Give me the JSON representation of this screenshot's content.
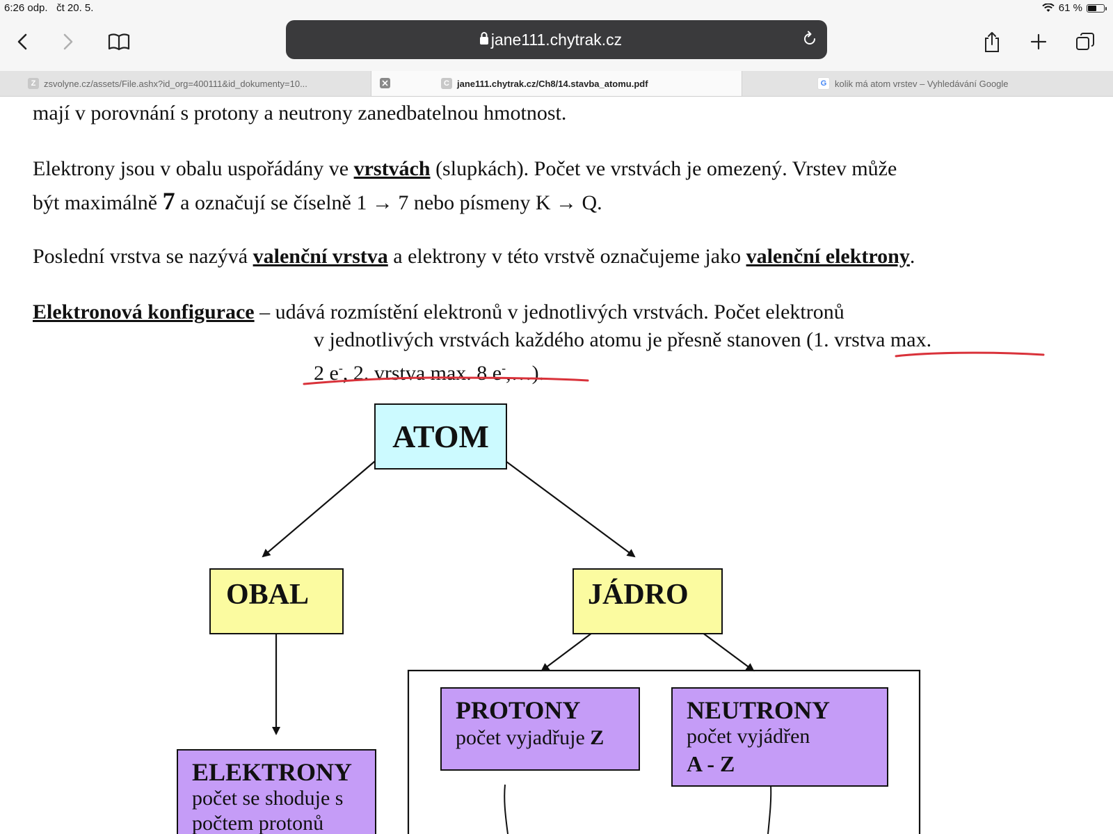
{
  "status_bar": {
    "time": "6:26 odp.",
    "date": "čt 20. 5.",
    "battery": "61 %",
    "battery_level": 0.61
  },
  "toolbar": {
    "url": "jane111.chytrak.cz"
  },
  "tabs": [
    {
      "label": "zsvolyne.cz/assets/File.ashx?id_org=400111&id_dokumenty=10...",
      "favicon": "Z"
    },
    {
      "label": "jane111.chytrak.cz/Ch8/14.stavba_atomu.pdf",
      "favicon": "C"
    },
    {
      "label": "kolik má atom vrstev – Vyhledávání Google",
      "favicon": "G"
    }
  ],
  "document": {
    "line0": "mají v porovnání s protony a neutrony zanedbatelnou hmotnost.",
    "p1_a": "Elektrony jsou v obalu uspořádány ve ",
    "p1_b": "vrstvách",
    "p1_c": " (slupkách). Počet ve vrstvách je omezený. Vrstev může",
    "p1_d": "být maximálně ",
    "p1_e": "7",
    "p1_f": " a označují se číselně 1 → 7 nebo písmeny K → Q.",
    "p2_a": "Poslední vrstva se nazývá ",
    "p2_b": "valenční vrstva",
    "p2_c": " a elektrony v této vrstvě označujeme jako ",
    "p2_d": "valenční elektrony",
    "p2_e": ".",
    "p3_a": "Elektronová konfigurace",
    "p3_b": " – udává rozmístění elektronů v jednotlivých vrstvách. Počet elektronů",
    "p3_c": "v jednotlivých vrstvách každého atomu je přesně stanoven (1. vrstva max.",
    "p3_d1": "2 e",
    "p3_sup1": "-",
    "p3_d2": ", 2. vrstva max. 8 e",
    "p3_sup2": "-",
    "p3_d3": ",…)."
  },
  "diagram": {
    "atom": "ATOM",
    "obal": "OBAL",
    "jadro": "JÁDRO",
    "protony_title": "PROTONY",
    "protony_text": "počet vyjadřuje ",
    "protony_var": "Z",
    "neutrony_title": "NEUTRONY",
    "neutrony_text": "počet vyjádřen",
    "neutrony_var": "A - Z",
    "elektrony_title": "ELEKTRONY",
    "elektrony_line1": "počet se shoduje s",
    "elektrony_line2": "počtem protonů",
    "colors": {
      "atom": "#ccfaff",
      "obal_jadro": "#fbfba0",
      "particles": "#c59cf7",
      "annotation": "#d9323a"
    }
  }
}
